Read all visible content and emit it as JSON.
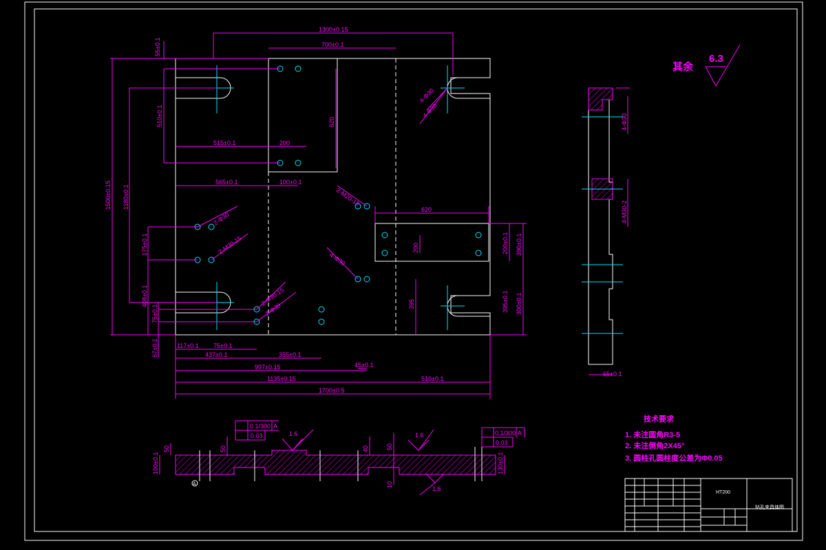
{
  "drawing": {
    "surface_finish": {
      "label": "其余",
      "value": "6.3"
    },
    "tech_requirements": {
      "title": "技术要求",
      "items": [
        "1. 未注圆角R3-5",
        "2. 未注倒角2X45°",
        "3. 圆柱孔圆柱度公差为Φ0.05"
      ]
    },
    "dimensions": {
      "d1300": "1300±0.15",
      "d700": "700±0.1",
      "d55": "55±0.1",
      "d510": "510±0.1",
      "d620v": "620",
      "d515": "515±0.1",
      "d200": "200",
      "d565": "565±0.1",
      "d100": "100±0.1",
      "d1500": "1500±0.15",
      "d1180": "1180±0.1",
      "d175": "175±0.1",
      "d408": "408±0.1",
      "d75a": "75±0.1",
      "d67": "67±0.1",
      "d117": "117±0.1",
      "d75b": "75±0.1",
      "d437": "437±0.1",
      "d355": "355±0.1",
      "d45": "45±0.1",
      "d997": "997±0.15",
      "d1135": "1135±0.15",
      "d510b": "510±0.1",
      "d1700": "1700±0.5",
      "d620h": "620",
      "d200v": "200",
      "d200b": "200±0.1",
      "d390": "390±0.1",
      "d395": "395",
      "d395b": "395±0.1",
      "d300": "300±0.1",
      "d65": "65±0.1",
      "hole1": "2-Φ30",
      "hole2": "2-M30-15",
      "hole3": "2-Φ30-15",
      "hole4": "2-Φ30",
      "hole5": "2-M20-15",
      "hole6": "4-Φ30",
      "hole7": "4-Φ30",
      "side1": "4-Φ30",
      "side2": "4-M30-2",
      "sec1": "50",
      "sec2": "100±0.1",
      "sec3": "50",
      "sec4": "40",
      "sec5": "50",
      "sec6": "10",
      "sec7": "130±0.1",
      "tol1a": "0.1/300",
      "tol1b": "A",
      "tol1c": "0.03",
      "tol2a": "0.1/300",
      "tol2b": "A",
      "tol2c": "0.03",
      "rough1": "1.6",
      "rough2": "1.6",
      "rough3": "1.6",
      "datum": "A"
    },
    "title_block": {
      "material": "HT200",
      "name": "钻孔夹具体图"
    }
  }
}
